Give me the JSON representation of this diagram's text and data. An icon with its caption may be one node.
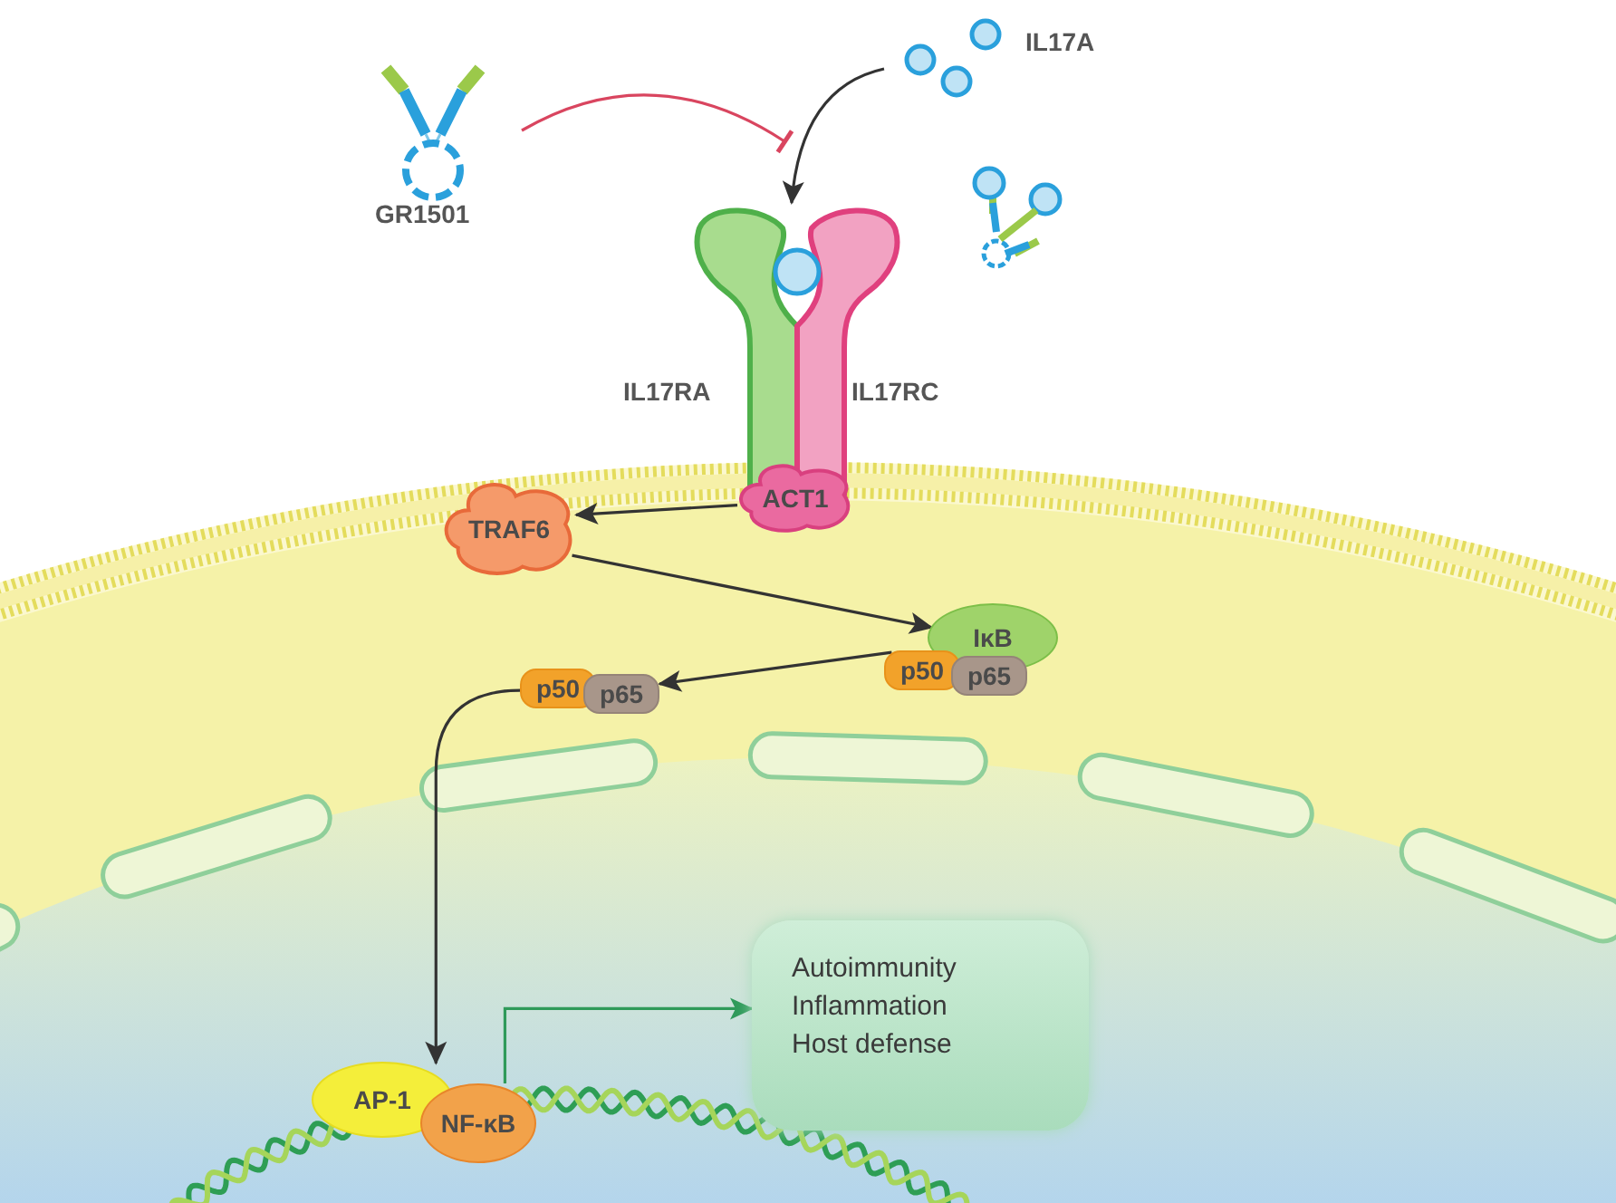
{
  "diagram": {
    "nodes": [
      {
        "text": [
          "GR1501"
        ]
      },
      {
        "text": [
          "IL17A"
        ]
      },
      {
        "text": [
          "IL17RA",
          "IL17RC"
        ]
      },
      {
        "text": [
          "ACT1"
        ]
      },
      {
        "text": [
          "TRAF6"
        ]
      },
      {
        "text": [
          "IκB"
        ]
      },
      {
        "text": [
          "p50"
        ]
      },
      {
        "text": [
          "p65"
        ]
      },
      {
        "text": [
          "p50"
        ]
      },
      {
        "text": [
          "p65"
        ]
      },
      {
        "text": [
          "AP-1"
        ]
      },
      {
        "text": [
          "NF-κB"
        ]
      },
      {
        "text": [
          "Autoimmunity",
          "Inflammation",
          "Host defense"
        ]
      }
    ],
    "edges": [
      {
        "from": 1,
        "to": 2,
        "arrow": "to"
      },
      {
        "from": 0,
        "to": null,
        "arrow": "other",
        "color": "#d9455f"
      },
      {
        "from": 3,
        "to": 4,
        "arrow": "to"
      },
      {
        "from": 4,
        "to": 5,
        "arrow": "to"
      },
      {
        "from": 6,
        "to": 9,
        "arrow": "to"
      },
      {
        "from": 8,
        "to": 10,
        "arrow": "to"
      },
      {
        "from": 11,
        "to": 12,
        "arrow": "to",
        "color": "#2f9a5a"
      }
    ]
  }
}
